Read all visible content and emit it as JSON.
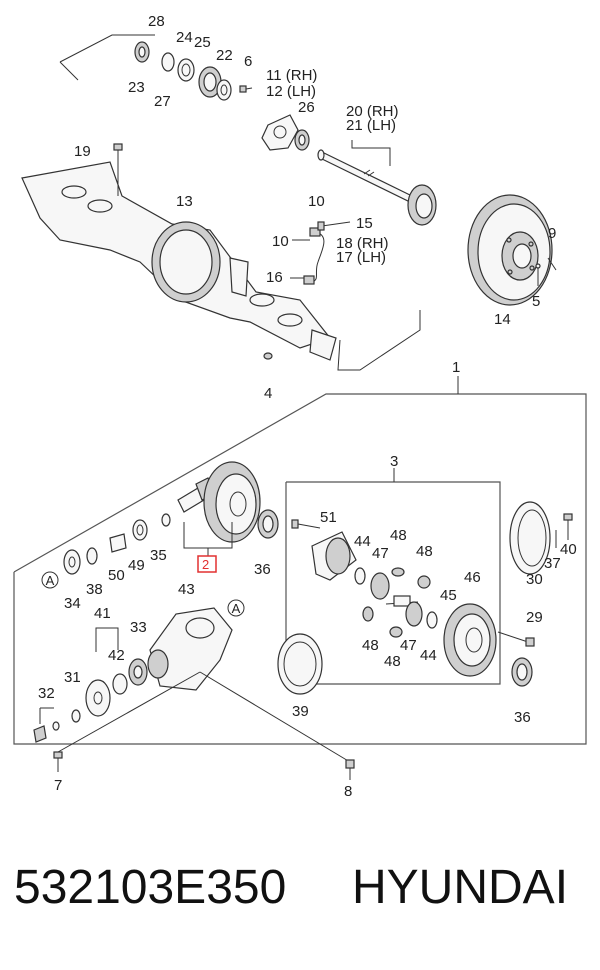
{
  "footer": {
    "part_number": "532103E350",
    "brand": "HYUNDAI"
  },
  "highlight_color": "#e23030",
  "callouts": [
    {
      "id": "c28",
      "text": "28"
    },
    {
      "id": "c24",
      "text": "24"
    },
    {
      "id": "c25",
      "text": "25"
    },
    {
      "id": "c22",
      "text": "22"
    },
    {
      "id": "c6",
      "text": "6"
    },
    {
      "id": "c23",
      "text": "23"
    },
    {
      "id": "c27",
      "text": "27"
    },
    {
      "id": "c11",
      "text": "11 (RH)"
    },
    {
      "id": "c12",
      "text": "12 (LH)"
    },
    {
      "id": "c26",
      "text": "26"
    },
    {
      "id": "c20",
      "text": "20 (RH)"
    },
    {
      "id": "c21",
      "text": "21 (LH)"
    },
    {
      "id": "c19",
      "text": "19"
    },
    {
      "id": "c13",
      "text": "13"
    },
    {
      "id": "c10a",
      "text": "10"
    },
    {
      "id": "c15",
      "text": "15"
    },
    {
      "id": "c10b",
      "text": "10"
    },
    {
      "id": "c18",
      "text": "18 (RH)"
    },
    {
      "id": "c17",
      "text": "17 (LH)"
    },
    {
      "id": "c16",
      "text": "16"
    },
    {
      "id": "c9",
      "text": "9"
    },
    {
      "id": "c5",
      "text": "5"
    },
    {
      "id": "c14",
      "text": "14"
    },
    {
      "id": "c4",
      "text": "4"
    },
    {
      "id": "c1",
      "text": "1"
    },
    {
      "id": "c3",
      "text": "3"
    },
    {
      "id": "c51",
      "text": "51"
    },
    {
      "id": "c44a",
      "text": "44"
    },
    {
      "id": "c48a",
      "text": "48"
    },
    {
      "id": "c47a",
      "text": "47"
    },
    {
      "id": "c48b",
      "text": "48"
    },
    {
      "id": "c46",
      "text": "46"
    },
    {
      "id": "c45",
      "text": "45"
    },
    {
      "id": "c48c",
      "text": "48"
    },
    {
      "id": "c47b",
      "text": "47"
    },
    {
      "id": "c44b",
      "text": "44"
    },
    {
      "id": "c48d",
      "text": "48"
    },
    {
      "id": "c29",
      "text": "29"
    },
    {
      "id": "c36a",
      "text": "36"
    },
    {
      "id": "c36b",
      "text": "36"
    },
    {
      "id": "c30",
      "text": "30"
    },
    {
      "id": "c37",
      "text": "37"
    },
    {
      "id": "c40",
      "text": "40"
    },
    {
      "id": "c35",
      "text": "35"
    },
    {
      "id": "c49",
      "text": "49"
    },
    {
      "id": "c50",
      "text": "50"
    },
    {
      "id": "c38",
      "text": "38"
    },
    {
      "id": "c34",
      "text": "34"
    },
    {
      "id": "c2",
      "text": "2"
    },
    {
      "id": "c43",
      "text": "43"
    },
    {
      "id": "c41",
      "text": "41"
    },
    {
      "id": "c33",
      "text": "33"
    },
    {
      "id": "c42",
      "text": "42"
    },
    {
      "id": "c31",
      "text": "31"
    },
    {
      "id": "c32",
      "text": "32"
    },
    {
      "id": "c39",
      "text": "39"
    },
    {
      "id": "c7",
      "text": "7"
    },
    {
      "id": "c8",
      "text": "8"
    },
    {
      "id": "cA1",
      "text": "A"
    },
    {
      "id": "cA2",
      "text": "A"
    }
  ]
}
